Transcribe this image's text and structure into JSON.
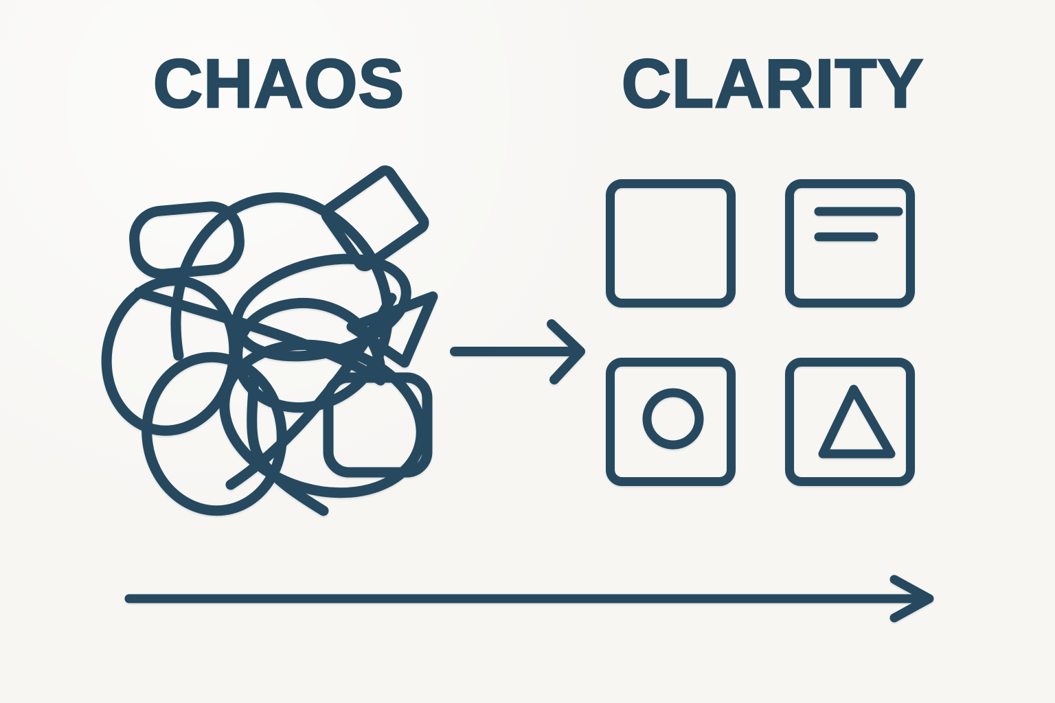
{
  "page": {
    "background_color": "#f7f6f3",
    "ink_color": "#26495f"
  },
  "headings": {
    "chaos": "CHAOS",
    "clarity": "CLARITY"
  },
  "left_illustration": {
    "icon": "tangled-scribble-icon",
    "embedded_shapes": [
      "tilted-square",
      "rounded-rectangle",
      "triangle",
      "rounded-pill"
    ]
  },
  "transform_arrow": {
    "icon": "right-arrow-icon"
  },
  "clarity_grid": {
    "items": [
      {
        "id": "empty-square",
        "icon": "square-outline-icon"
      },
      {
        "id": "document-square",
        "icon": "text-lines-icon"
      },
      {
        "id": "circle-square",
        "icon": "circle-outline-icon"
      },
      {
        "id": "triangle-square",
        "icon": "triangle-outline-icon"
      }
    ]
  },
  "timeline_arrow": {
    "icon": "long-right-arrow-icon"
  }
}
